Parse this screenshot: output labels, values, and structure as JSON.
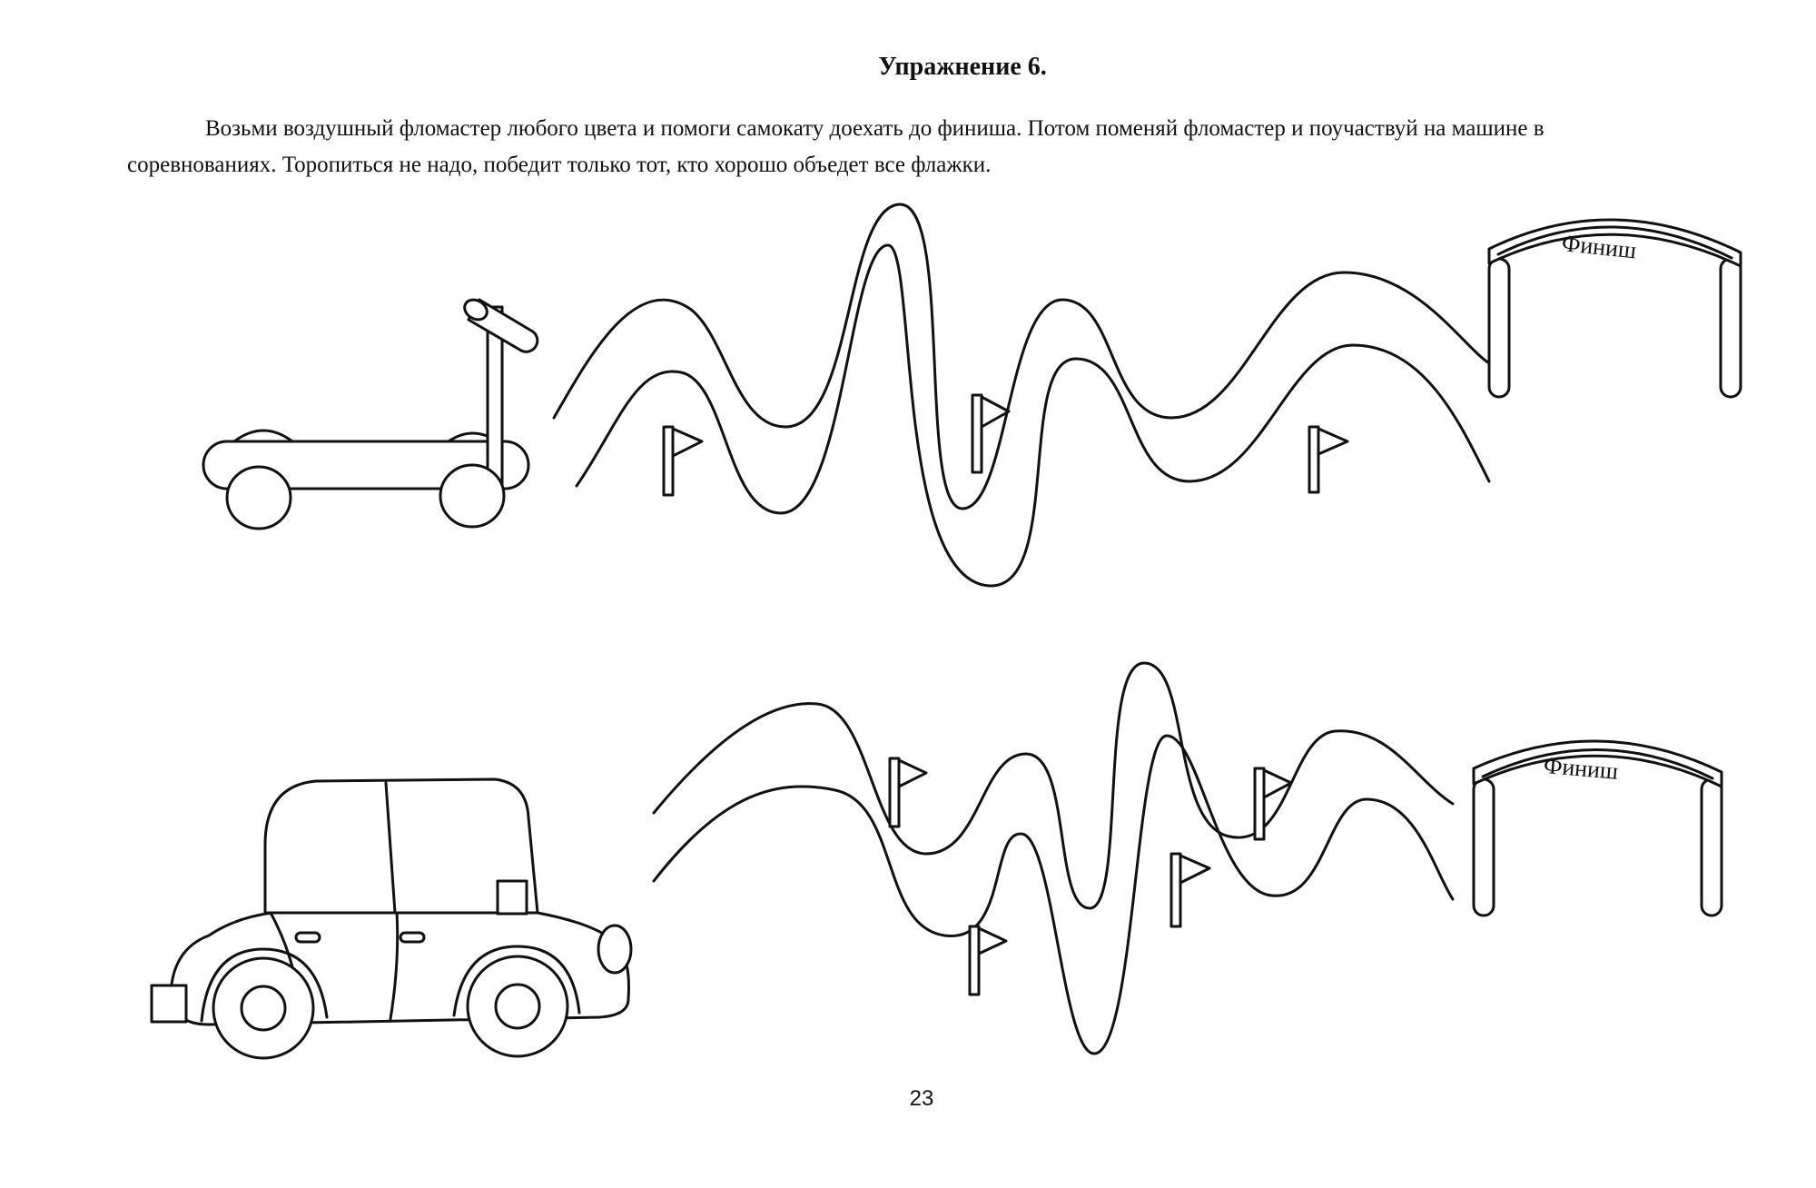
{
  "exercise": {
    "title": "Упражнение 6.",
    "instruction": "Возьми воздушный фломастер любого цвета и помоги самокату доехать до финиша. Потом поменяй фломастер и поучаствуй на машине в соревнованиях.  Торопиться не надо, победит только тот, кто хорошо объедет  все флажки."
  },
  "tracks": [
    {
      "vehicle": "scooter-icon",
      "finish_label": "Финиш",
      "flag_count": 3
    },
    {
      "vehicle": "car-icon",
      "finish_label": "Финиш",
      "flag_count": 4
    }
  ],
  "page_number": "23"
}
